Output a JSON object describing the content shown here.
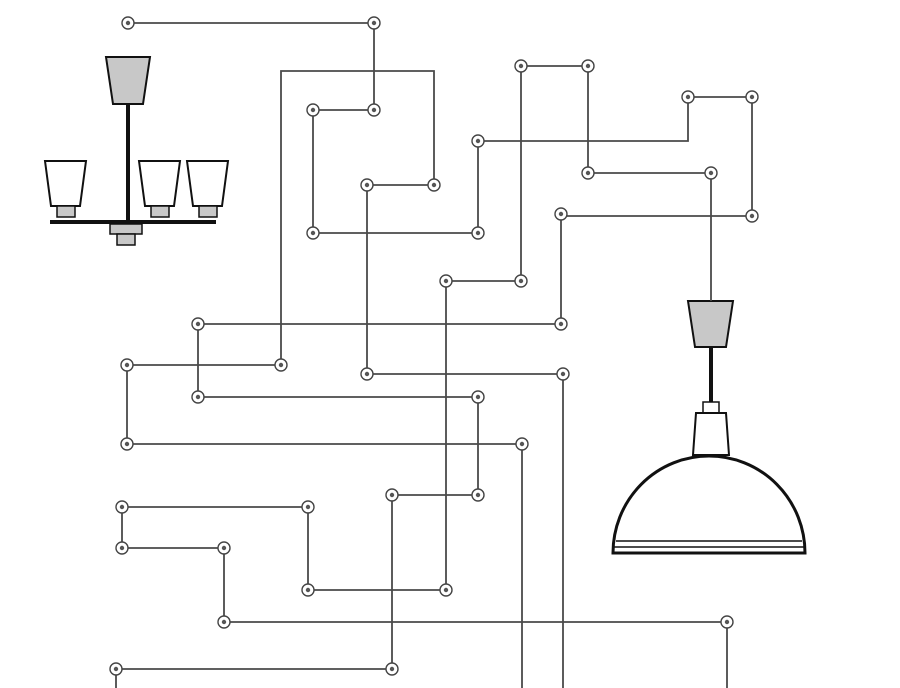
{
  "colors": {
    "background": "#ffffff",
    "wire": "#4a4a4a",
    "pin_ring": "#444444",
    "pin_dot": "#555555",
    "lamp_line": "#111111",
    "shade_fill": "#c8c8c8",
    "glass_fill": "#ffffff"
  },
  "fixtures": [
    {
      "id": "chandelier",
      "icon": "chandelier-icon",
      "arms": 4
    },
    {
      "id": "pendant-dome-lamp",
      "icon": "pendant-lamp-icon"
    }
  ],
  "wiring": {
    "style": "orthogonal traces with round terminal pins",
    "trace_count": 12
  }
}
